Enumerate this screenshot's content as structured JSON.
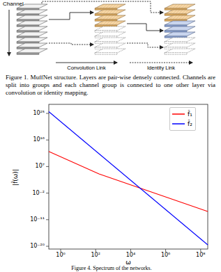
{
  "diagram": {
    "labels": [
      "Channel",
      "Convolution Link",
      "Identity Link",
      "Figure 1. MuffNet structure. Layers are pair-wise densely connected. Channels are split into groups and each channel group is connected to one other layer via convolution or identity mapping.",
      "10²⁵",
      "10¹⁶",
      "10⁷",
      "10⁻²",
      "10⁻¹¹",
      "10⁻²⁰",
      "10⁰",
      "10²",
      "10⁴",
      "10⁶",
      "10⁸",
      "|f̂(ω)|",
      "ω",
      "Figure 4. Spectrum of the networks."
    ],
    "legend": [
      {
        "text": "f̂₁",
        "color": "#ff0000"
      },
      {
        "text": "f̂₂",
        "color": "#0000ff"
      }
    ]
  }
}
